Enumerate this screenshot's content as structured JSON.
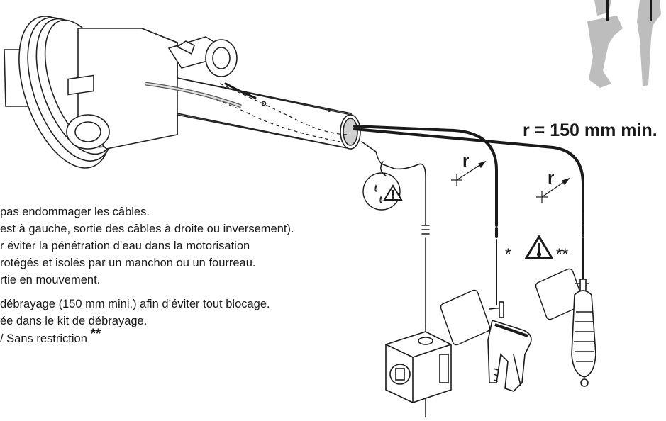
{
  "radius_label": "r = 150 mm min.",
  "r_markers": [
    "r",
    "r"
  ],
  "asterisk_single": "*",
  "asterisk_double": "**",
  "instructions": [
    "pas endommager les câbles.",
    "est à gauche, sortie des câbles à droite ou inversement).",
    "r éviter la pénétration d’eau dans la motorisation",
    "rotégés et isolés par un manchon ou un fourreau.",
    "rtie en mouvement.",
    "débrayage (150 mm mini.) afin d’éviter tout blocage.",
    "ée dans le kit de débrayage.",
    " /  Sans restriction"
  ],
  "instruction_tail_mark": "**",
  "colors": {
    "ink": "#1a1a1a",
    "grey_fill": "#bdbdbd",
    "line": "#222222"
  },
  "icons": [
    "motor-drum-icon",
    "water-drop-warning-icon",
    "warning-triangle-icon",
    "key-switch-box-icon",
    "release-pistol-handle-icon",
    "release-handle-icon",
    "tag-label-icon"
  ]
}
